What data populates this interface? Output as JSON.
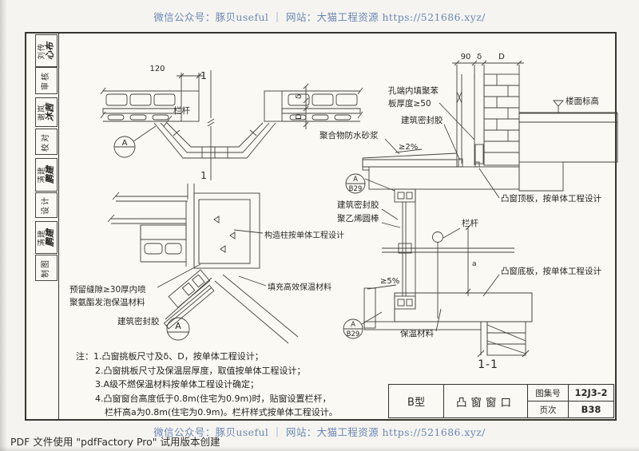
{
  "page": {
    "header_link": "微信公众号：豚贝useful ｜ 网站：大猫工程资源 https://521686.xyz/",
    "footer_link": "微信公众号：豚贝useful ｜ 网站：大猫工程资源 https://521686.xyz/",
    "pdf_notice": "PDF 文件使用 \"pdfFactory Pro\" 试用版本创建",
    "link_color": "#6d88b5"
  },
  "sidebar": {
    "cells": [
      {
        "kind": "sig",
        "printed": "刘传",
        "script": "心布"
      },
      {
        "kind": "label",
        "text": "审核"
      },
      {
        "kind": "sig",
        "printed": "谢岚",
        "script": "沐茜"
      },
      {
        "kind": "label",
        "text": "校对"
      },
      {
        "kind": "sig",
        "printed": "清建",
        "script": "鹏建"
      },
      {
        "kind": "label",
        "text": "设计"
      },
      {
        "kind": "sig",
        "printed": "清建",
        "script": "鹏建"
      },
      {
        "kind": "label",
        "text": "制图"
      }
    ]
  },
  "plan": {
    "dim120": "120",
    "mark": "1",
    "railing": "栏杆",
    "bubble": "A",
    "dim_delta": "δ",
    "dim_d": "D"
  },
  "detail_a": {
    "gap_line1": "预留缝隙≥30厚内喷",
    "gap_line2": "聚氨酯发泡保温材料",
    "sealant": "建筑密封胶",
    "column_note": "构造柱按单体工程设计",
    "fill_note": "填充高效保温材料",
    "bubble": "A"
  },
  "section": {
    "dim_90": "90",
    "dim_delta": "δ",
    "dim_d": "D",
    "hole_line1": "孔端内填聚苯",
    "hole_line2": "板厚度≥50",
    "floor_level": "楼面标高",
    "sealant_top": "建筑密封胶",
    "mortar": "聚合物防水砂浆",
    "slope_top": "≥2%",
    "bubble_letter": "A",
    "bubble_page": "B29",
    "sealant_mid": "建筑密封胶",
    "pe_rod": "聚乙烯圆棒",
    "top_slab": "凸窗顶板，按单体工程设计",
    "railing": "栏杆",
    "bottom_slab": "凸窗底板，按单体工程设计",
    "slope_bottom": "≥5%",
    "dim_a": "a",
    "insulation": "保温材料",
    "caption": "1-1"
  },
  "notes": {
    "lines": [
      "注：1.凸窗挑板尺寸及δ、D，按单体工程设计；",
      "2.凸窗挑板尺寸及保温层厚度，取值按单体工程设计；",
      "3.A级不燃保温材料按单体工程设计确定；",
      "4.凸窗窗台高度低于0.8m(住宅为0.9m)时，贴窗设置栏杆，",
      "栏杆高a为0.8m(住宅为0.9m)。栏杆样式按单体工程设计。"
    ]
  },
  "title_block": {
    "type": "B型",
    "name": "凸窗窗口",
    "atlas_label": "图集号",
    "atlas_no": "12J3-2",
    "page_label": "页次",
    "page_no": "B38"
  }
}
